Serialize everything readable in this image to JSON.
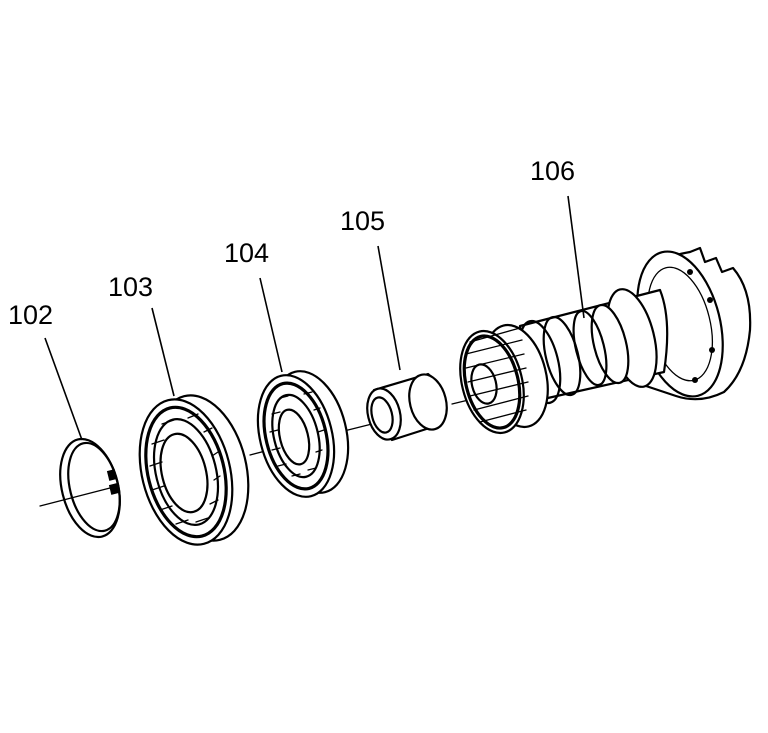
{
  "diagram": {
    "callouts": [
      {
        "id": "102",
        "label": "102"
      },
      {
        "id": "103",
        "label": "103"
      },
      {
        "id": "104",
        "label": "104"
      },
      {
        "id": "105",
        "label": "105"
      },
      {
        "id": "106",
        "label": "106"
      }
    ]
  }
}
